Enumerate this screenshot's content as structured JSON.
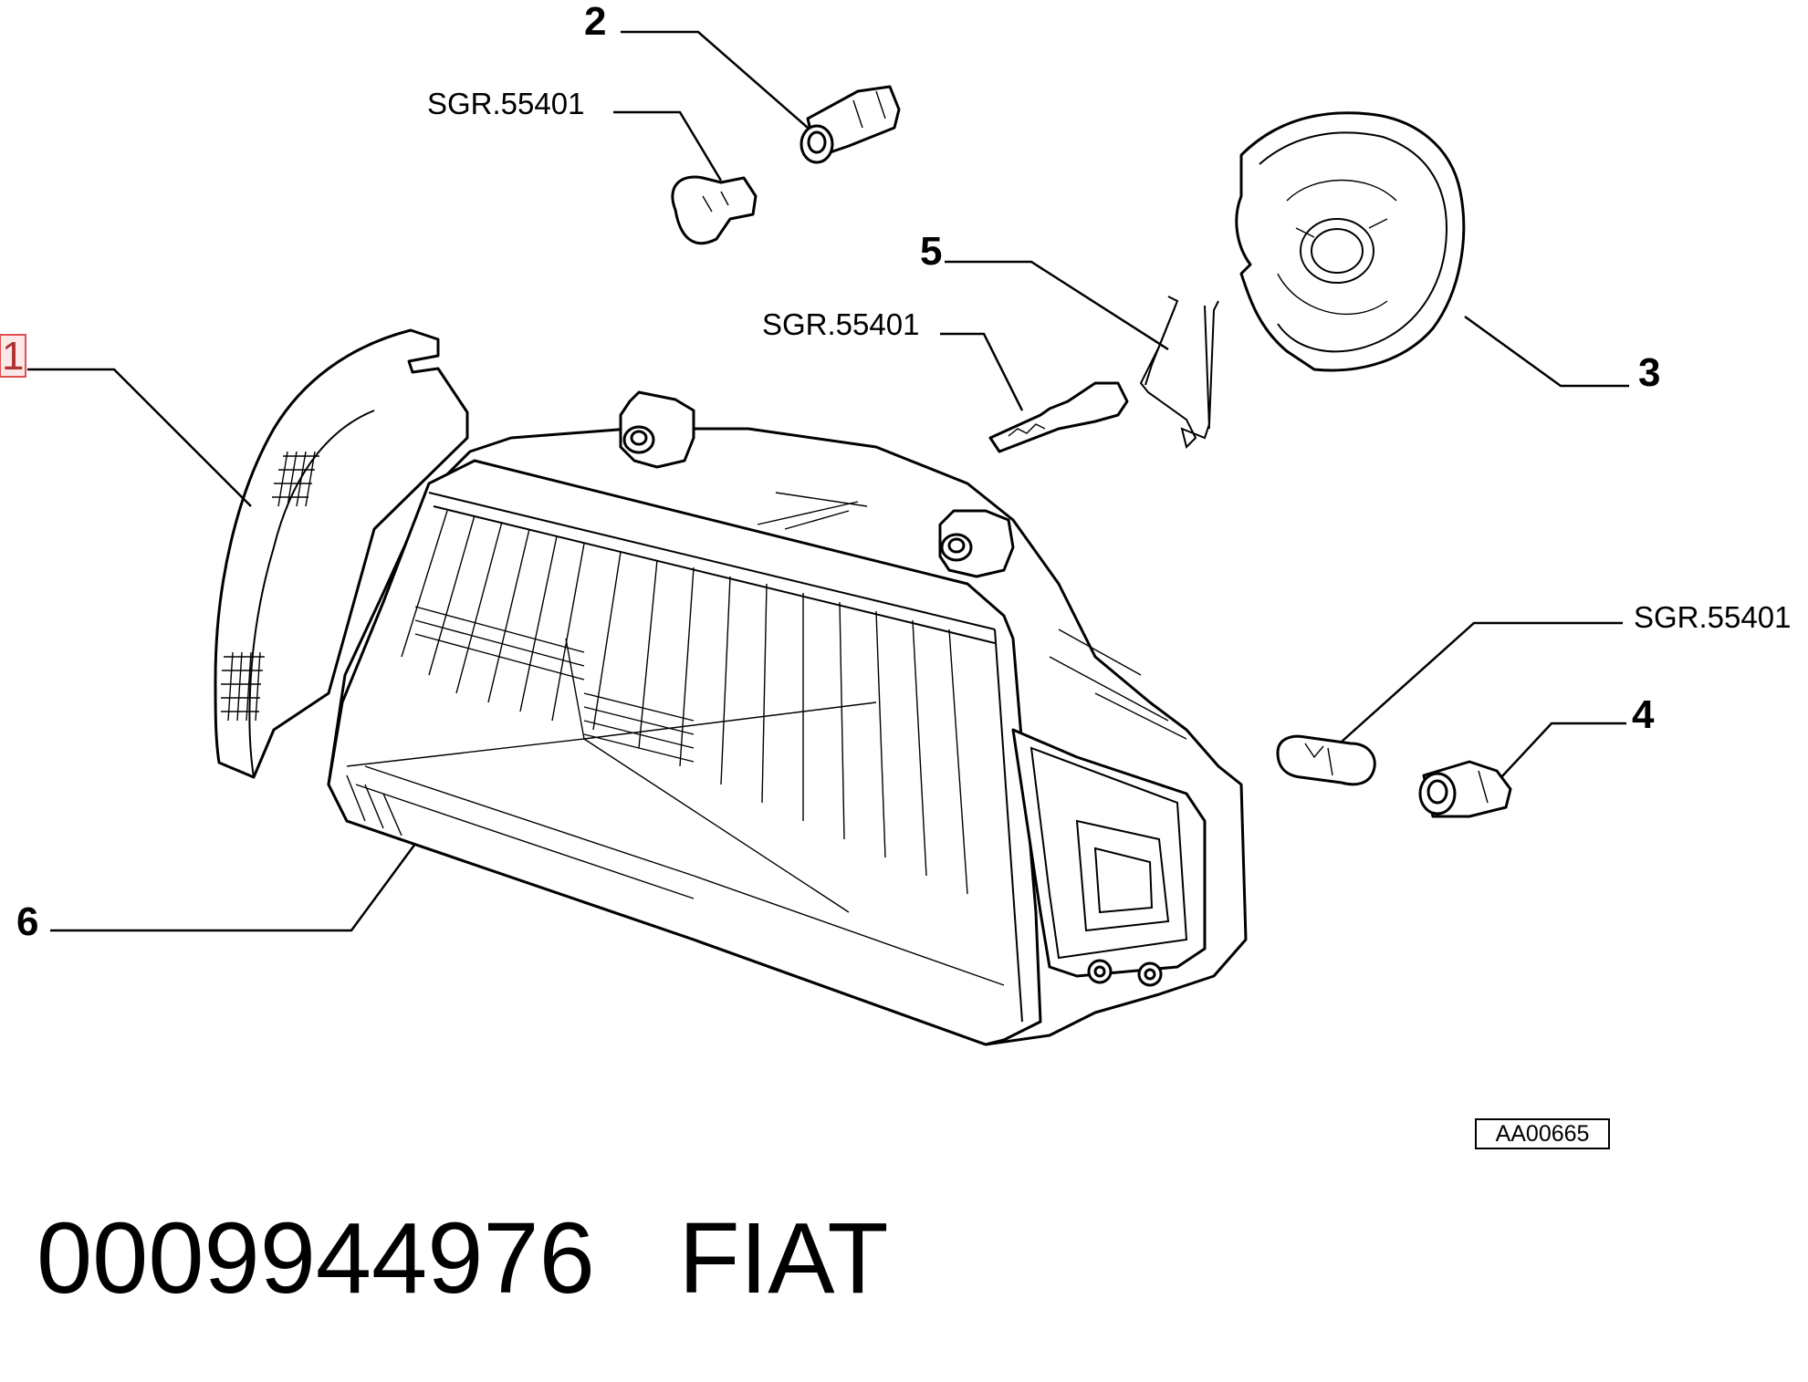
{
  "callouts": {
    "c1": "1",
    "c2": "2",
    "c3": "3",
    "c4": "4",
    "c5": "5",
    "c6": "6",
    "sgr_top": "SGR.55401",
    "sgr_mid": "SGR.55401",
    "sgr_right": "SGR.55401"
  },
  "reference_code": "AA00665",
  "caption": {
    "part_number": "0009944976",
    "brand": "FIAT"
  },
  "colors": {
    "highlight_border": "#e05050",
    "highlight_fill": "#fde8e8"
  }
}
